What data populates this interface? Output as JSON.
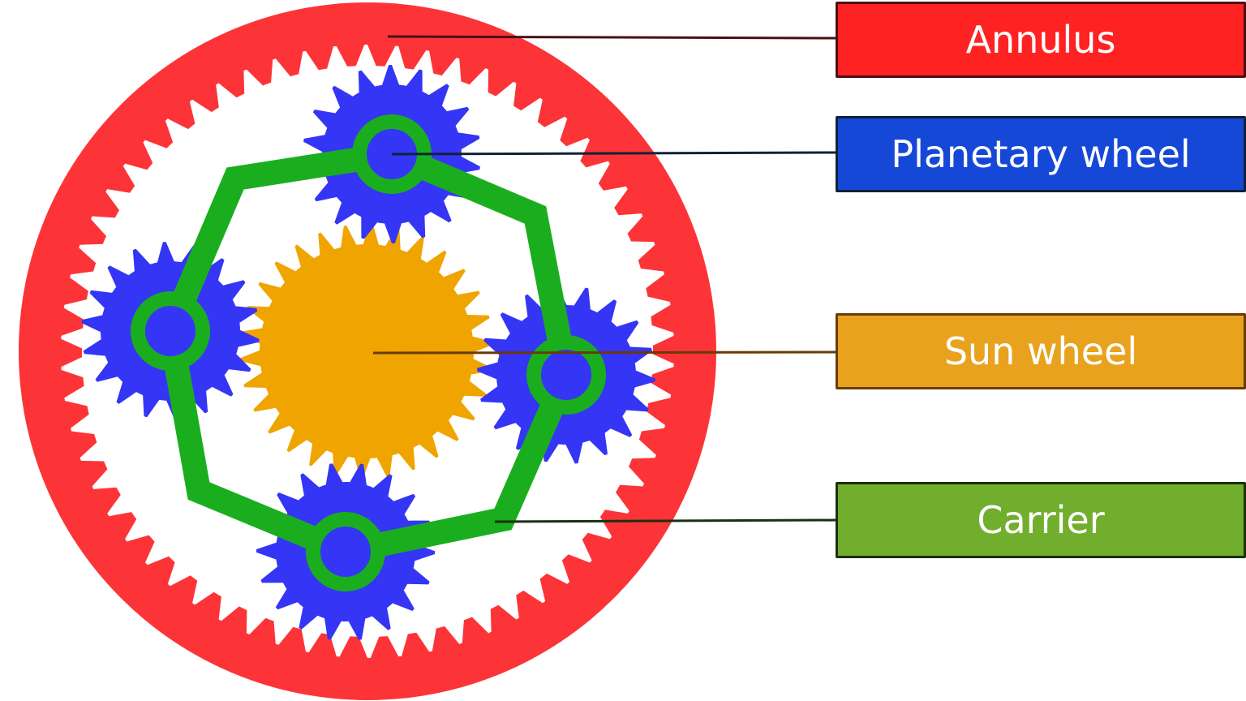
{
  "colors": {
    "annulus": "#fc3437",
    "planet": "#3535f5",
    "sun": "#f0a400",
    "carrier": "#1aae1f"
  },
  "labels": [
    {
      "text": "Annulus",
      "box_color": "#ff2222",
      "border": "#4a1014",
      "line_color": "#4a1014"
    },
    {
      "text": "Planetary wheel",
      "box_color": "#1648d8",
      "border": "#0e2238",
      "line_color": "#0e2238"
    },
    {
      "text": "Sun wheel",
      "box_color": "#e8a21e",
      "border": "#6a3a06",
      "line_color": "#6a3a06"
    },
    {
      "text": "Carrier",
      "box_color": "#72ae2e",
      "border": "#1a3010",
      "line_color": "#1a3010"
    }
  ]
}
